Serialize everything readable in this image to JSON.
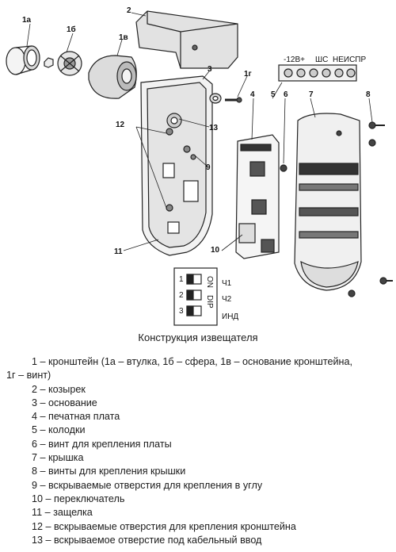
{
  "drawing": {
    "part_labels": {
      "p1a": "1а",
      "p1b": "1б",
      "p1v": "1в",
      "p1g": "1г",
      "p2": "2",
      "p3": "3",
      "p4": "4",
      "p5": "5",
      "p6": "6",
      "p7": "7",
      "p8": "8",
      "p9": "9",
      "p10": "10",
      "p11": "11",
      "p12": "12",
      "p13": "13"
    },
    "terminal_labels": [
      "-12В+",
      "ШС",
      "НЕИСПР"
    ],
    "switch": {
      "on_label": "ON",
      "dip_label": "DIP",
      "positions": [
        "1",
        "2",
        "3"
      ],
      "channels": [
        "Ч1",
        "Ч2",
        "ИНД"
      ]
    }
  },
  "caption": "Конструкция извещателя",
  "legend": [
    "1 – кронштейн (1а – втулка, 1б – сфера, 1в – основание кронштейна,",
    "1г – винт)",
    "2 – козырек",
    "3 – основание",
    "4 – печатная плата",
    "5 – колодки",
    "6 – винт для крепления платы",
    "7 – крышка",
    "8 – винты для крепления крышки",
    "9 – вскрываемые отверстия для крепления в углу",
    "10 – переключатель",
    "11 – защелка",
    "12 – вскрываемые отверстия для крепления кронштейна",
    "13 – вскрываемое отверстие под кабельный ввод"
  ]
}
